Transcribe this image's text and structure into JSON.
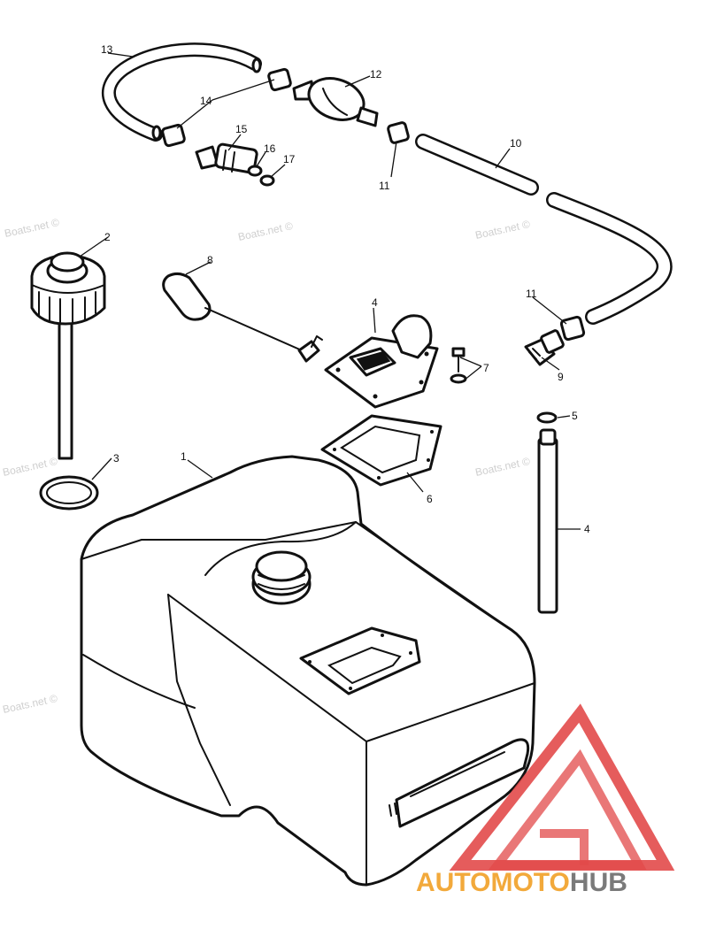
{
  "callouts": [
    "1",
    "2",
    "3",
    "4",
    "4",
    "5",
    "6",
    "7",
    "8",
    "9",
    "10",
    "11",
    "11",
    "12",
    "13",
    "14",
    "15",
    "16",
    "17"
  ],
  "watermark": "Boats.net ©",
  "logo": {
    "prefix": "AUTOMOTO",
    "suffix": "HUB",
    "prefix_color": "#f2a93b",
    "suffix_color": "#7a7a7a",
    "triangle_color": "#e24a4a"
  }
}
